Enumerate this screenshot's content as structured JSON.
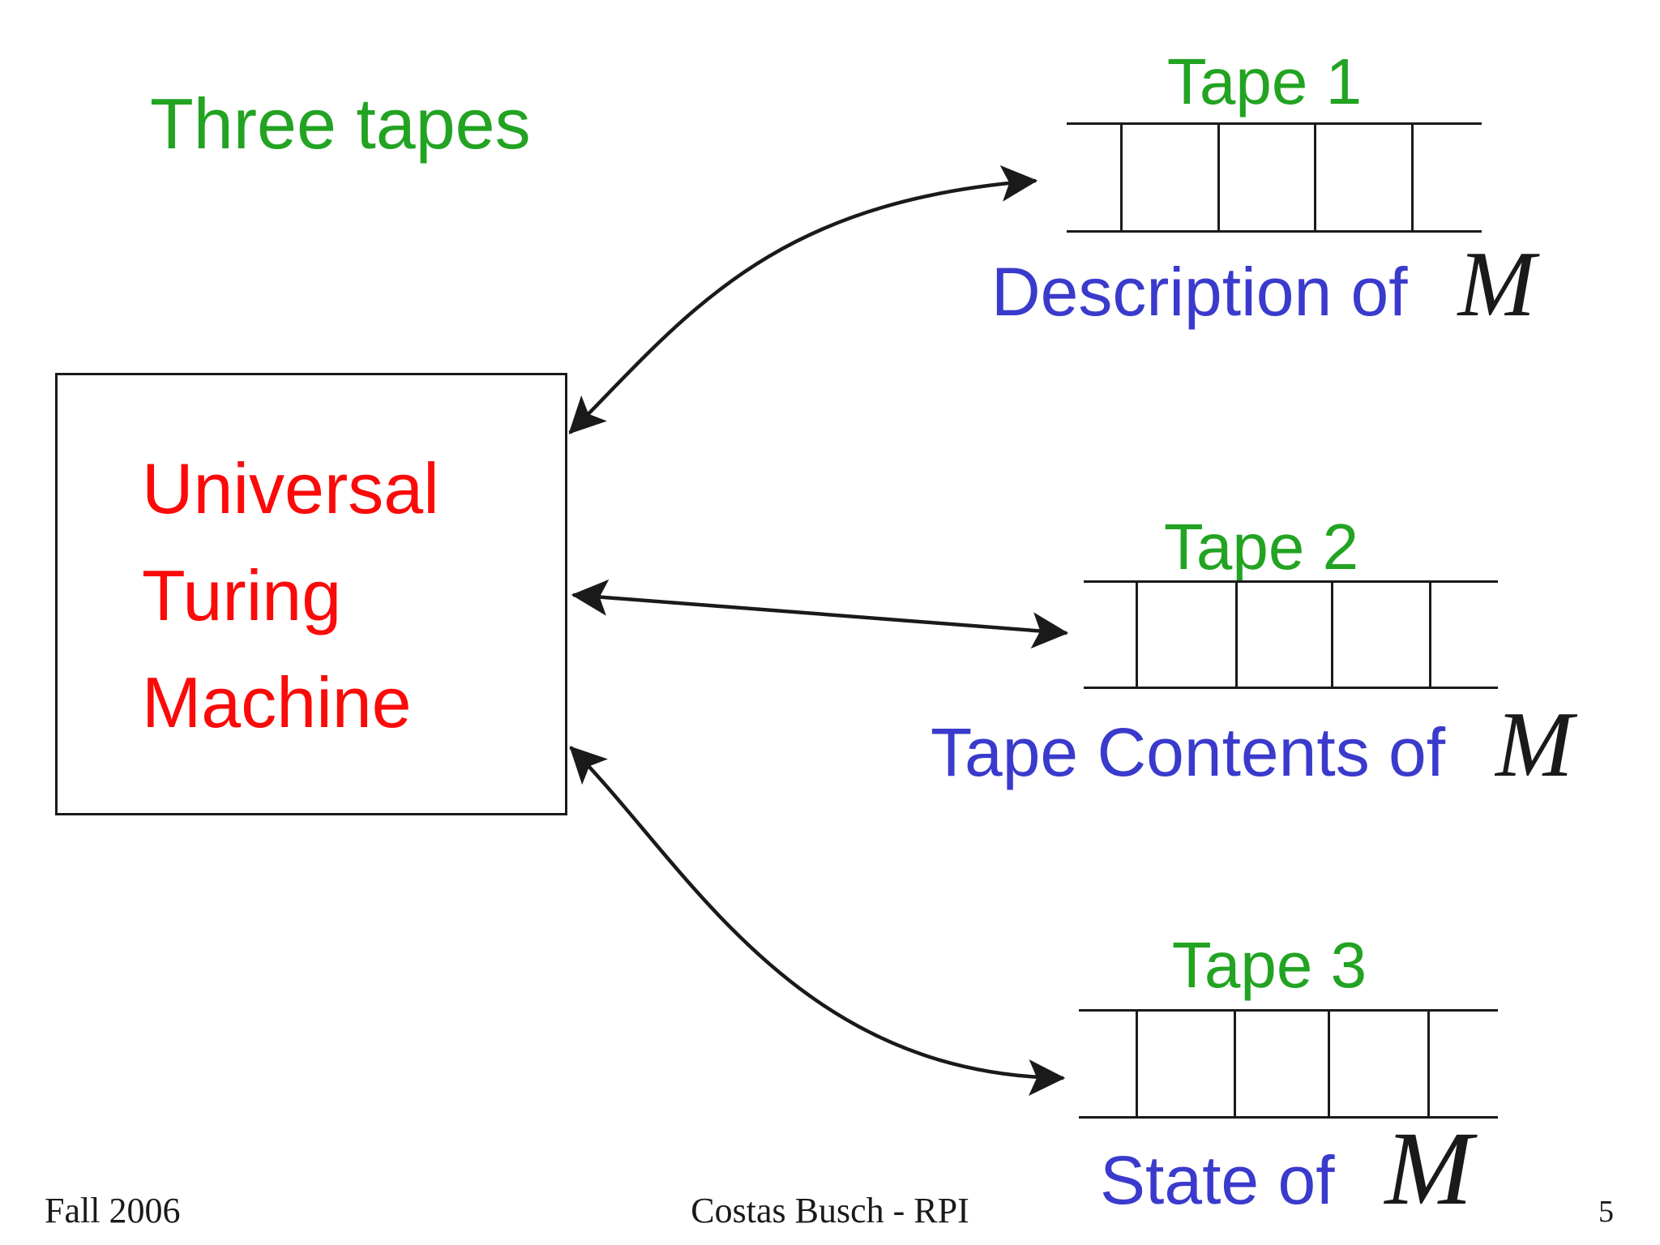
{
  "slide": {
    "title": "Three tapes",
    "machine_box": {
      "lines": [
        "Universal",
        "Turing",
        "Machine"
      ]
    },
    "tapes": [
      {
        "label": "Tape 1",
        "caption": "Description of",
        "machine_symbol": "M",
        "cells": 3
      },
      {
        "label": "Tape 2",
        "caption": "Tape Contents of",
        "machine_symbol": "M",
        "cells": 3
      },
      {
        "label": "Tape 3",
        "caption": "State of",
        "machine_symbol": "M",
        "cells": 3
      }
    ],
    "footer": {
      "left": "Fall 2006",
      "center": "Costas Busch - RPI",
      "page_number": "5"
    },
    "colors": {
      "title_green": "#22a322",
      "machine_red": "#fb0a0a",
      "caption_blue": "#3a3acc",
      "line_black": "#1a1a1a"
    }
  }
}
